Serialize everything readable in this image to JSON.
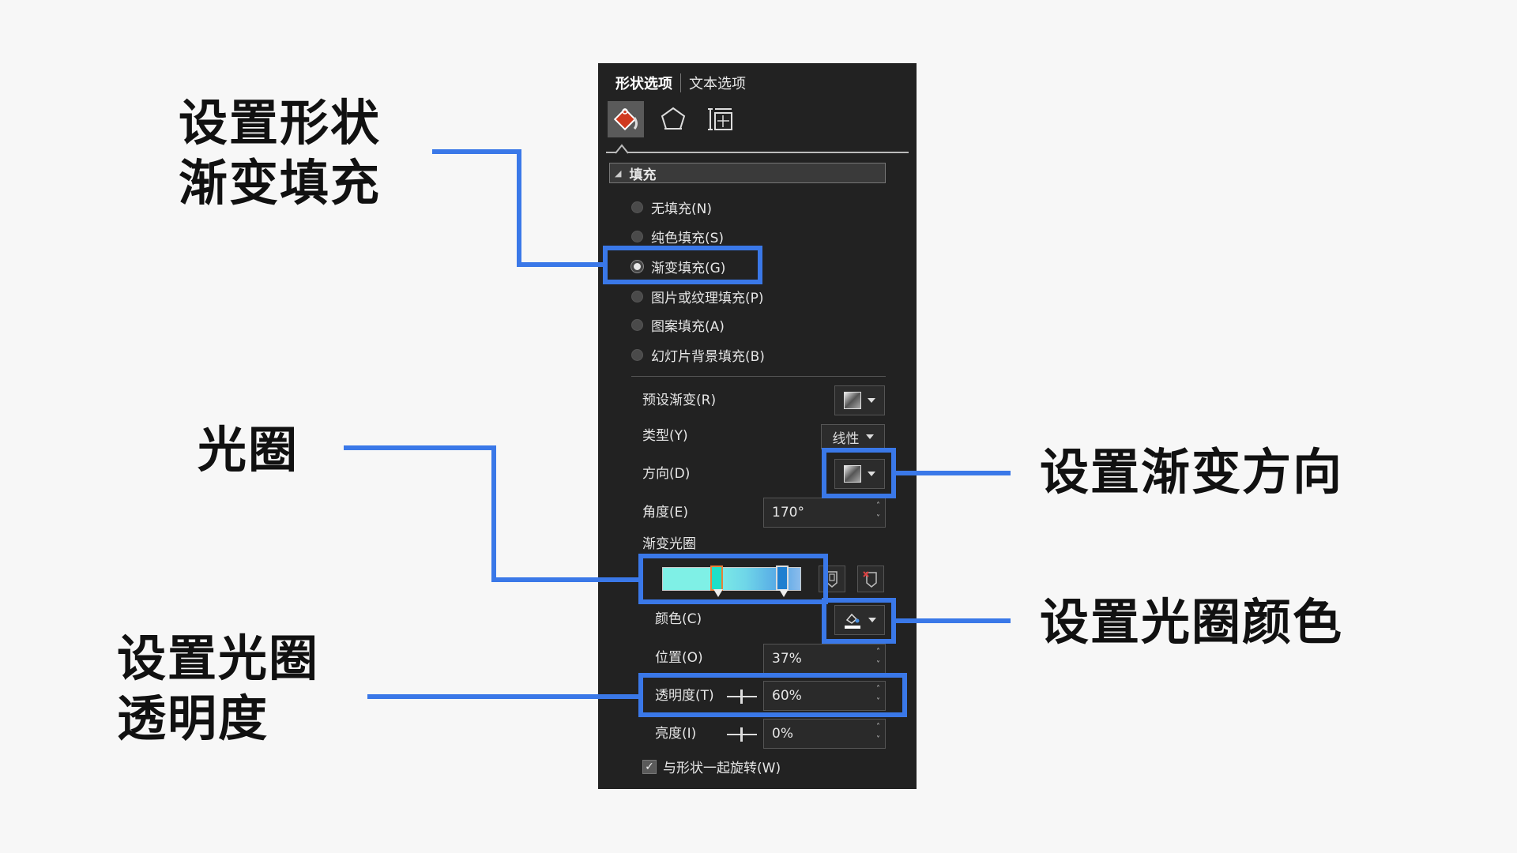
{
  "annotations": {
    "gradient_fill": {
      "line1": "设置形状",
      "line2": "渐变填充"
    },
    "gradient_stop": {
      "line1": "光圈"
    },
    "transparency": {
      "line1": "设置光圈",
      "line2": "透明度"
    },
    "direction": {
      "line1": "设置渐变方向"
    },
    "stop_color": {
      "line1": "设置光圈颜色"
    },
    "accent_color": "#3a78e8"
  },
  "panel": {
    "tabs": [
      {
        "label": "形状选项",
        "active": true
      },
      {
        "label": "文本选项",
        "active": false
      }
    ],
    "icons": [
      "fill-line-icon",
      "effects-pentagon-icon",
      "size-properties-icon"
    ],
    "section": {
      "label": "填充",
      "expanded": true
    },
    "fill_options": [
      {
        "label": "无填充(N)",
        "selected": false
      },
      {
        "label": "纯色填充(S)",
        "selected": false
      },
      {
        "label": "渐变填充(G)",
        "selected": true
      },
      {
        "label": "图片或纹理填充(P)",
        "selected": false
      },
      {
        "label": "图案填充(A)",
        "selected": false
      },
      {
        "label": "幻灯片背景填充(B)",
        "selected": false
      }
    ],
    "preset_gradient": {
      "label": "预设渐变(R)"
    },
    "type": {
      "label": "类型(Y)",
      "value": "线性"
    },
    "direction": {
      "label": "方向(D)"
    },
    "angle": {
      "label": "角度(E)",
      "value": "170°"
    },
    "gradient_stops": {
      "label": "渐变光圈",
      "stops": [
        {
          "position_pct": 37,
          "color": "#1ee0c8",
          "selected": true
        },
        {
          "position_pct": 85,
          "color": "#1f7fd0",
          "selected": false
        }
      ]
    },
    "color": {
      "label": "颜色(C)"
    },
    "position": {
      "label": "位置(O)",
      "value": "37%"
    },
    "transparency": {
      "label": "透明度(T)",
      "value": "60%"
    },
    "brightness": {
      "label": "亮度(I)",
      "value": "0%"
    },
    "rotate_with_shape": {
      "label": "与形状一起旋转(W)",
      "checked": true
    }
  }
}
